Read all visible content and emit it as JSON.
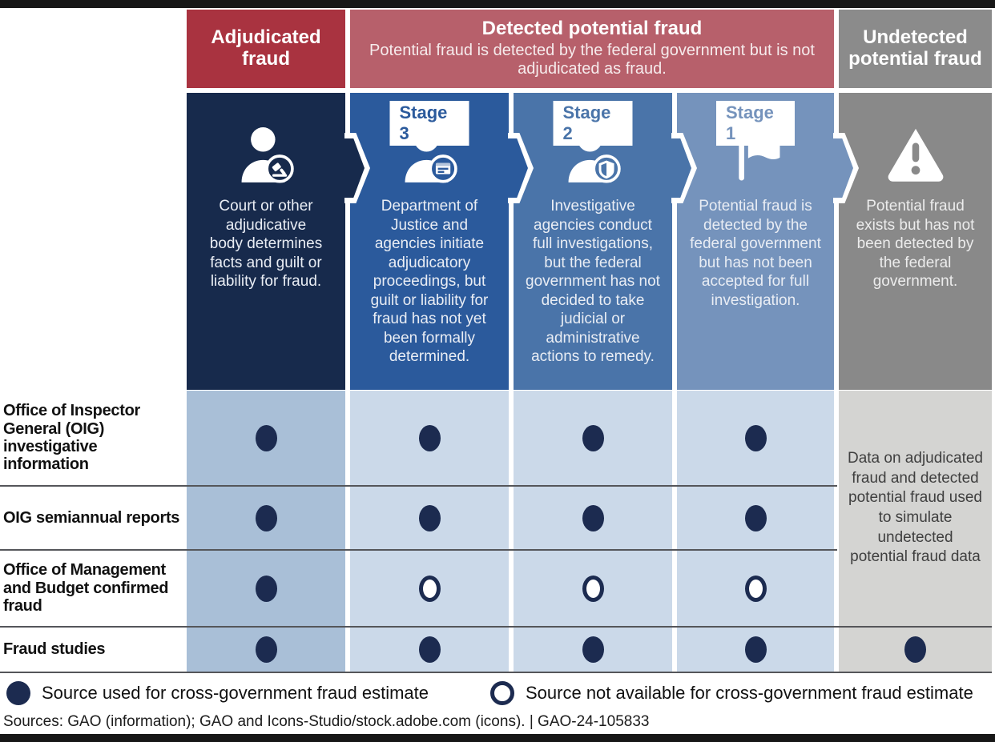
{
  "colors": {
    "adjudicated_header": "#A93340",
    "detected_header": "#B7606B",
    "undetected_header": "#8B8B8B",
    "adjudicated_column": "#172A4C",
    "stage3_column": "#2B5A9C",
    "stage2_column": "#4A74A9",
    "stage1_column": "#7593BC",
    "undetected_column": "#898989",
    "matrix_cell_adjudicated": "#A9BFD7",
    "matrix_cell_blue": "#CBD9E9",
    "matrix_cell_gray": "#D4D4D2",
    "dot_navy": "#1C2B50"
  },
  "header": {
    "adjudicated_title": "Adjudicated fraud",
    "detected_title": "Detected potential fraud",
    "detected_subtitle": "Potential fraud is detected by the federal government but is not adjudicated as fraud.",
    "undetected_title": "Undetected potential fraud"
  },
  "stages": [
    {
      "icon": "person-gavel-icon",
      "description": "Court or other adjudicative body determines facts and guilt or liability for fraud."
    },
    {
      "badge": "Stage 3",
      "icon": "person-document-icon",
      "description": "Department of Justice and agencies initiate adjudicatory proceedings, but guilt or liability for fraud has not yet been formally determined."
    },
    {
      "badge": "Stage 2",
      "icon": "person-shield-icon",
      "description": "Investigative agencies conduct full investigations, but the federal government has not decided to take judicial or administrative actions to remedy."
    },
    {
      "badge": "Stage 1",
      "icon": "flag-icon",
      "description": "Potential fraud is detected by the federal government but has not been accepted for full investigation."
    },
    {
      "icon": "warning-icon",
      "description": "Potential fraud exists but has not been detected by the federal government."
    }
  ],
  "matrix": {
    "rows": [
      {
        "label": "Office of Inspector General (OIG) investigative information",
        "dots": [
          "filled",
          "filled",
          "filled",
          "filled"
        ]
      },
      {
        "label": "OIG semiannual reports",
        "dots": [
          "filled",
          "filled",
          "filled",
          "filled"
        ]
      },
      {
        "label": "Office of Management and Budget confirmed fraud",
        "dots": [
          "filled",
          "open",
          "open",
          "open"
        ]
      },
      {
        "label": "Fraud studies",
        "dots": [
          "filled",
          "filled",
          "filled",
          "filled"
        ],
        "undetected_dot": "filled"
      }
    ],
    "undetected_note": "Data on adjudicated fraud and detected potential fraud used to simulate undetected potential fraud data"
  },
  "legend": {
    "filled_label": "Source used for cross-government fraud estimate",
    "open_label": "Source not available for cross-government fraud estimate"
  },
  "footer": {
    "sources_line": "Sources: GAO (information); GAO and Icons-Studio/stock.adobe.com (icons). | GAO-24-105833"
  }
}
